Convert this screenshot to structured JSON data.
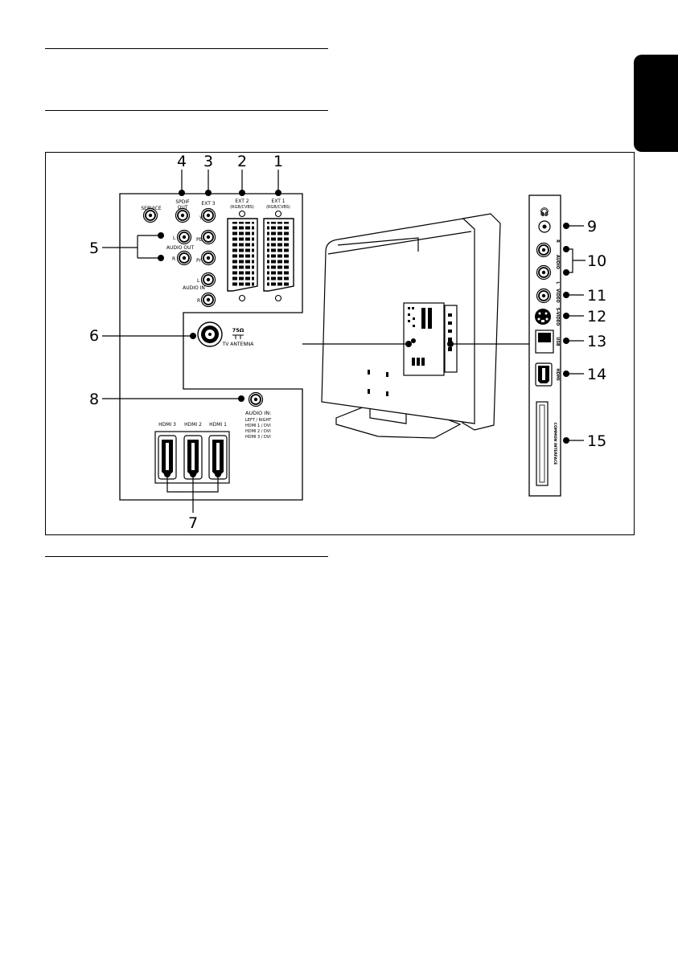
{
  "callouts": {
    "c1": "1",
    "c2": "2",
    "c3": "3",
    "c4": "4",
    "c5": "5",
    "c6": "6",
    "c7": "7",
    "c8": "8",
    "c9": "9",
    "c10": "10",
    "c11": "11",
    "c12": "12",
    "c13": "13",
    "c14": "14",
    "c15": "15"
  },
  "rear_panel": {
    "service": "SERVICE",
    "spdif": "SPDIF",
    "spdif_out": "OUT",
    "ext3": "EXT 3",
    "ext2": "EXT 2",
    "ext2_sub": "(RGB/CVBS)",
    "ext1": "EXT 1",
    "ext1_sub": "(RGB/CVBS)",
    "y": "Y",
    "pb": "Pb",
    "pr": "Pr",
    "l_out": "L",
    "r_out": "R",
    "audio_out": "AUDIO OUT",
    "l_in": "L",
    "r_in": "R",
    "audio_in": "AUDIO IN",
    "antenna_ohm": "75Ω",
    "antenna": "TV ANTENNA",
    "audio_in2": "AUDIO IN:",
    "audio_in2_l1": "LEFT / RIGHT",
    "audio_in2_l2": "HDMI 1 / DVI",
    "audio_in2_l3": "HDMI 2 / DVI",
    "audio_in2_l4": "HDMI 3 / DVI",
    "hdmi3": "HDMI 3",
    "hdmi2": "HDMI 2",
    "hdmi1": "HDMI 1"
  },
  "side_panel": {
    "audio": "AUDIO",
    "audio_r": "R",
    "audio_l": "L",
    "video": "VIDEO",
    "svideo": "S-VIDEO",
    "usb": "USB",
    "hdmi": "HDMI",
    "common_interface": "COMMON INTERFACE"
  }
}
